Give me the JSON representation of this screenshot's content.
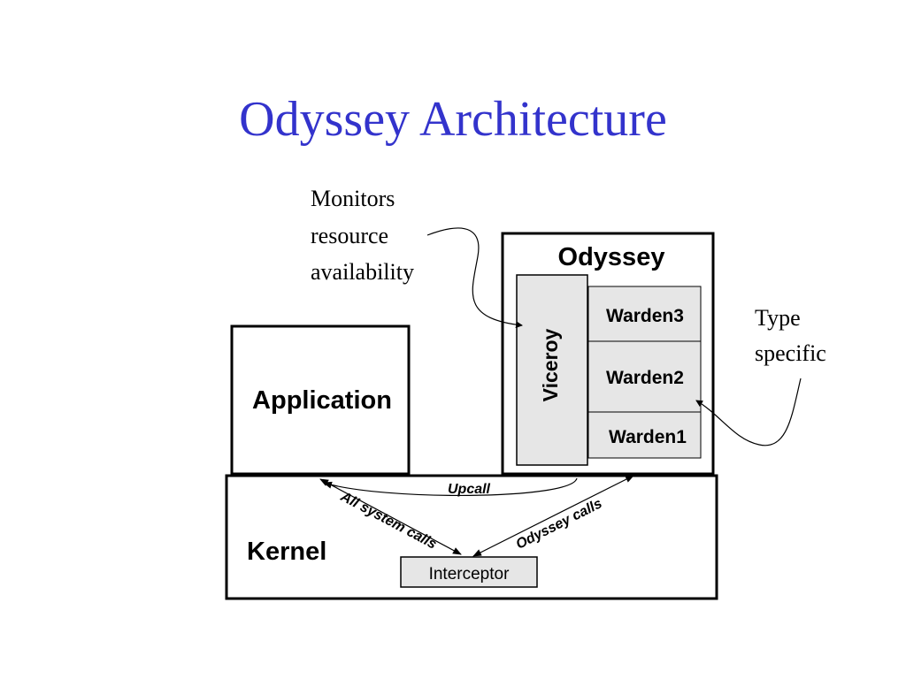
{
  "slide": {
    "title": "Odyssey Architecture"
  },
  "diagram": {
    "application_label": "Application",
    "odyssey_label": "Odyssey",
    "viceroy_label": "Viceroy",
    "wardens": [
      "Warden3",
      "Warden2",
      "Warden1"
    ],
    "kernel_label": "Kernel",
    "interceptor_label": "Interceptor",
    "arrows": {
      "upcall": "Upcall",
      "all_system_calls": "All system calls",
      "odyssey_calls": "Odyssey calls"
    }
  },
  "annotations": {
    "monitors": [
      "Monitors",
      "resource",
      "availability"
    ],
    "type_specific": [
      "Type",
      "specific"
    ]
  },
  "colors": {
    "title": "#3333cc",
    "box_fill_gray": "#e6e6e6",
    "stroke": "#000000"
  }
}
